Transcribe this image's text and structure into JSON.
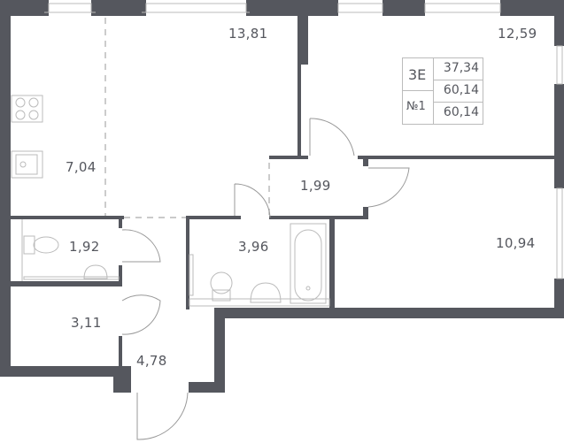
{
  "plan": {
    "type": "apartment-floor-plan",
    "wall_color": "#55575e",
    "rooms": [
      {
        "id": "living-room",
        "area": "13,81"
      },
      {
        "id": "kitchen",
        "area": "7,04"
      },
      {
        "id": "bedroom-1",
        "area": "12,59"
      },
      {
        "id": "bedroom-2",
        "area": "10,94"
      },
      {
        "id": "corridor",
        "area": "1,99"
      },
      {
        "id": "bathroom",
        "area": "3,96"
      },
      {
        "id": "toilet",
        "area": "1,92"
      },
      {
        "id": "storage",
        "area": "3,11"
      },
      {
        "id": "hallway",
        "area": "4,78"
      }
    ],
    "info_box": {
      "type_code": "3E",
      "number": "№1",
      "living_area": "37,34",
      "total_area": "60,14",
      "total_area_with_balcony": "60,14"
    }
  }
}
